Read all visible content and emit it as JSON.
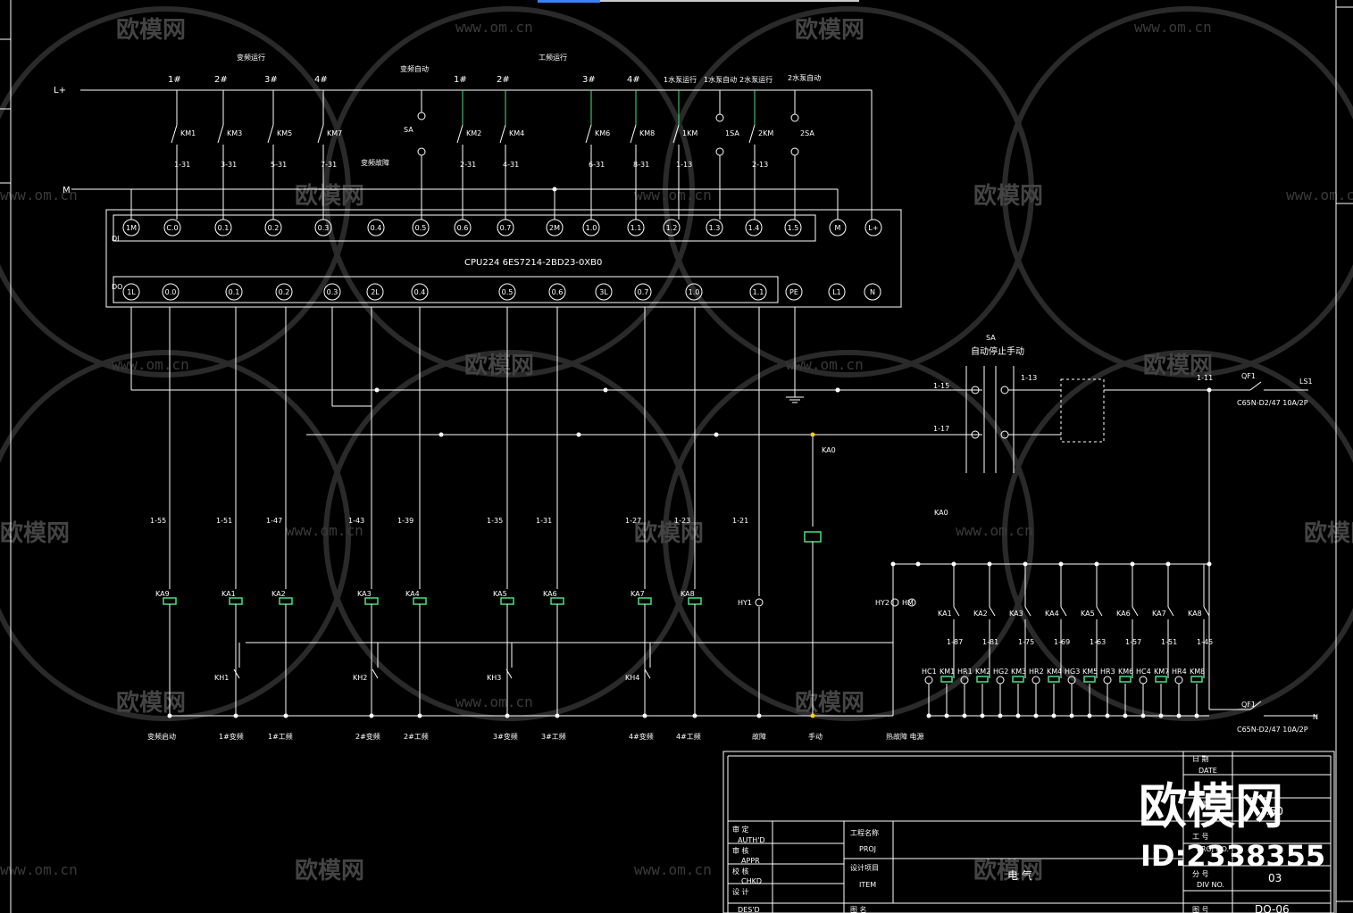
{
  "top_labels": {
    "vf_run": "变频运行",
    "vf_auto": "变频自动",
    "pf_run": "工频运行",
    "vf_fault": "变频故障",
    "pump1_run": "1水泵运行",
    "pump1_auto": "1水泵自动",
    "pump2_run": "2水泵运行",
    "pump2_auto": "2水泵自动"
  },
  "rails": {
    "lplus": "L+",
    "m": "M"
  },
  "plc": {
    "model": "CPU224  6ES7214-2BD23-0XB0",
    "di_tag": "DI",
    "do_tag": "DO",
    "inputs": [
      "1M",
      "C.0",
      "0.1",
      "0.2",
      "0.3",
      "0.4",
      "0.5",
      "0.6",
      "0.7",
      "2M",
      "1.0",
      "1.1",
      "1.2",
      "1.3",
      "1.4",
      "1.5",
      "M",
      "L+"
    ],
    "outputs": [
      "1L",
      "0.0",
      "0.1",
      "0.2",
      "0.3",
      "2L",
      "0.4",
      "0.5",
      "0.6",
      "3L",
      "0.7",
      "1.0",
      "1.1",
      "PE",
      "L1",
      "N"
    ]
  },
  "input_channels": [
    {
      "num": "1#",
      "km": "KM1",
      "wire": "1-31"
    },
    {
      "num": "2#",
      "km": "KM3",
      "wire": "3-31"
    },
    {
      "num": "3#",
      "km": "KM5",
      "wire": "5-31"
    },
    {
      "num": "4#",
      "km": "KM7",
      "wire": "7-31"
    },
    {
      "num": "1#",
      "km": "KM2",
      "wire": "2-31"
    },
    {
      "num": "2#",
      "km": "KM4",
      "wire": "4-31"
    },
    {
      "num": "3#",
      "km": "KM6",
      "wire": "6-31"
    },
    {
      "num": "4#",
      "km": "KM8",
      "wire": "8-31"
    },
    {
      "num": "",
      "km": "1KM",
      "wire": "1-13"
    },
    {
      "num": "",
      "km": "2KM",
      "wire": "2-13"
    }
  ],
  "switch_labels": {
    "sa": "SA",
    "sa1": "1SA",
    "sa2": "2SA"
  },
  "selector": {
    "name": "SA",
    "label": "自动停止手动",
    "w1": "1-15",
    "w2": "1-17",
    "w3": "1-13",
    "w4": "1-11",
    "breaker": "C65N-D2/47 10A/2P",
    "qf": "QF1",
    "ls": "LS1",
    "qf2": "QF1",
    "breaker2": "C65N-D2/47 10A/2P",
    "n": "N",
    "relay": "KA0"
  },
  "bottom_labels": [
    "变频启动",
    "1#变频",
    "1#工频",
    "2#变频",
    "2#工频",
    "3#变频",
    "3#工频",
    "4#变频",
    "4#工频",
    "故障",
    "手动",
    "热故障 电源"
  ],
  "coils": [
    "KA9",
    "KA1",
    "KA2",
    "KA3",
    "KA4",
    "KA5",
    "KA6",
    "KA7",
    "KA8"
  ],
  "wires_mid": [
    "1-55",
    "1-51",
    "1-47",
    "1-43",
    "1-39",
    "1-35",
    "1-31",
    "1-27",
    "1-23",
    "1-21"
  ],
  "relay_right": [
    "KA1",
    "KA2",
    "KA3",
    "KA4",
    "KA5",
    "KA6",
    "KA7",
    "KA8"
  ],
  "lamp_labels": [
    "HC1",
    "KM1",
    "HR1",
    "KM2",
    "HG2",
    "KM3",
    "HR2",
    "KM4",
    "HG3",
    "KM5",
    "HR3",
    "KM6",
    "HC4",
    "KM7",
    "HR4",
    "KM8"
  ],
  "hy_labels": {
    "hy1": "HY1",
    "hy2": "HY2",
    "hm": "HM"
  },
  "kh": [
    "KH1",
    "KH2",
    "KH3",
    "KH4"
  ],
  "title_block": {
    "audit": "审  定",
    "audit_en": "AUTH'D",
    "check": "审  核",
    "check_en": "APPR",
    "proof": "校  核",
    "proof_en": "CHKD",
    "design": "设  计",
    "design_en": "DES'D",
    "drawing": "图  名",
    "project": "工程名称",
    "project_en": "PROJ",
    "item": "设计项目",
    "item_en": "ITEM",
    "discipline": "电    气",
    "date": "日  期",
    "date_en": "DATE",
    "scale": "比  例",
    "scale_val": "1:50",
    "project_no": "工  号",
    "project_no_en": "PROJ NO.",
    "div": "分  号",
    "div_en": "DIV NO.",
    "div_val": "03",
    "drawing_no": "图  号",
    "drawing_no_val": "DQ-06"
  },
  "watermark": {
    "brand": "欧模网",
    "url": "www.om.cn",
    "id": "ID:2338355"
  }
}
